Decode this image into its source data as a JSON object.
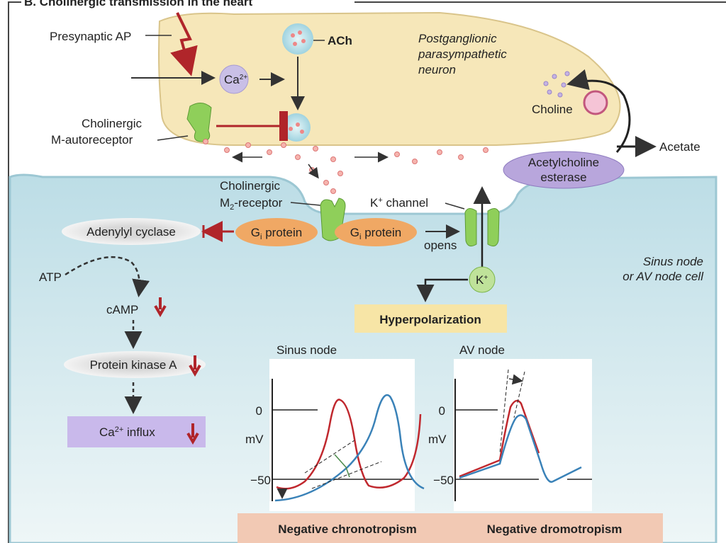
{
  "title": "B. Cholinergic transmission in the heart",
  "labels": {
    "presynaptic_ap": "Presynaptic AP",
    "ca": "Ca",
    "ca_sup": "2+",
    "ach": "ACh",
    "neuron_1": "Postganglionic",
    "neuron_2": "parasympathetic",
    "neuron_3": "neuron",
    "autoreceptor_1": "Cholinergic",
    "autoreceptor_2": "M-autoreceptor",
    "choline": "Choline",
    "acetate": "Acetate",
    "esterase_1": "Acetylcholine",
    "esterase_2": "esterase",
    "m2_1": "Cholinergic",
    "m2_2": "M",
    "m2_sub": "2",
    "m2_3": "-receptor",
    "k_channel": "K",
    "k_sup": "+",
    "k_channel_rest": " channel",
    "adenylyl_cyclase": "Adenylyl cyclase",
    "gi_g": "G",
    "gi_sub": "i",
    "gi_rest": " protein",
    "opens": "opens",
    "cell_1": "Sinus node",
    "cell_2": "or AV node cell",
    "atp": "ATP",
    "camp": "cAMP",
    "pka": "Protein kinase A",
    "ca_influx": " influx",
    "k_ion": "K",
    "hyperpolarization": "Hyperpolarization"
  },
  "charts": {
    "sinus_title": "Sinus node",
    "av_title": "AV node",
    "y_unit": "mV",
    "tick_0": "0",
    "tick_50": "−50",
    "sinus_effect": "Negative chronotropism",
    "av_effect": "Negative dromotropism"
  },
  "colors": {
    "neuron": "#f6e7b9",
    "cell": "#cfe6ec",
    "inhibit": "#b0252a",
    "receptor": "#8fcf5a",
    "gi": "#f0a864",
    "esterase": "#b8a6dc",
    "hyper_box": "#f7e5a6",
    "effect_bar": "#f2c9b4",
    "trace_control": "#c0282e",
    "trace_ach": "#3a82b8"
  }
}
